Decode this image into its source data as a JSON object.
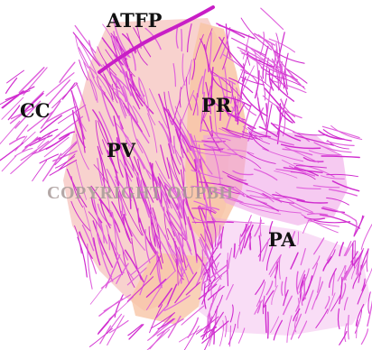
{
  "labels": {
    "atfp": "ATFP",
    "cc": "CC",
    "pv": "PV",
    "pr": "PR",
    "pa": "PA"
  },
  "watermark": "COPYRIGHT OUPBH",
  "colors": {
    "fiber": "#d02ccf",
    "fiber_light": "#e062dd",
    "tendon": "#c81ec6",
    "pv_fill": "#f3b7b0",
    "pr_fill": "#f7c2a0",
    "pa_fill": "#ee9ce6",
    "label": "#111111",
    "watermark": "#a89a98"
  }
}
